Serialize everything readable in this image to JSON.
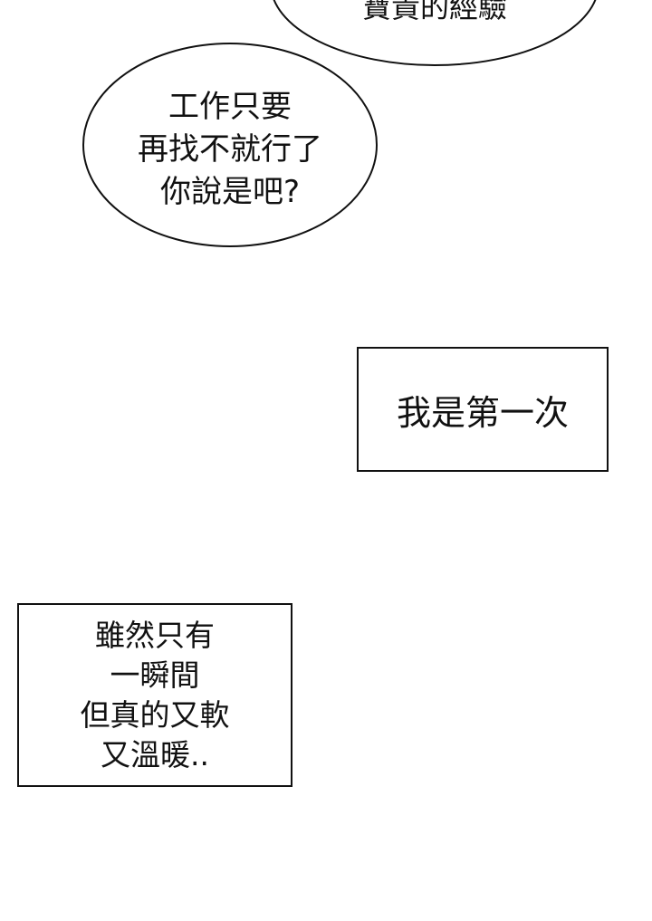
{
  "bubbles": [
    {
      "lines": [
        "寶貴的經驗"
      ]
    },
    {
      "lines": [
        "工作只要",
        "再找不就行了",
        "你說是吧?"
      ]
    }
  ],
  "captions": [
    {
      "lines": [
        "我是第一次"
      ]
    },
    {
      "lines": [
        "雖然只有",
        "一瞬間",
        "但真的又軟",
        "又溫暖.."
      ]
    }
  ]
}
